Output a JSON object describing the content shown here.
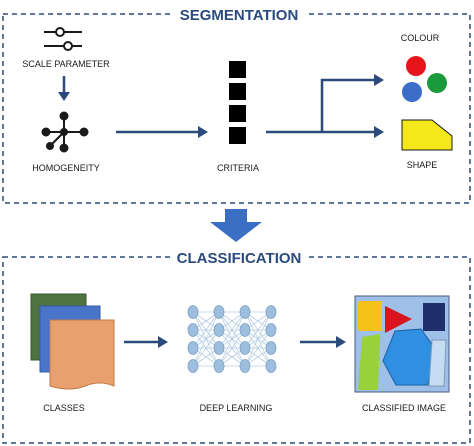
{
  "segmentation": {
    "title": "SEGMENTATION",
    "scale_parameter_label": "SCALE PARAMETER",
    "homogeneity_label": "HOMOGENEITY",
    "criteria_label": "CRITERIA",
    "colour_label": "COLOUR",
    "shape_label": "SHAPE"
  },
  "classification": {
    "title": "CLASSIFICATION",
    "classes_label": "CLASSES",
    "deep_learning_label": "DEEP LEARNING",
    "classified_image_label": "CLASSIFIED IMAGE"
  },
  "colors": {
    "frame": "#2b4a7e",
    "arrow": "#2b4a7e",
    "transition_arrow": "#3a6fc4",
    "colour_red": "#e8141c",
    "colour_green": "#1a9a3a",
    "colour_blue": "#3e6cc9",
    "shape_yellow": "#f4e81a",
    "class_green": "#4e7240",
    "class_blue": "#4a74c9",
    "class_orange": "#e8a06e",
    "nn_node": "#9dbedc"
  },
  "icons": [
    "slider-icon",
    "graph-icon",
    "criteria-stack-icon",
    "circles-icon",
    "polygon-icon",
    "class-layers-icon",
    "neural-network-icon",
    "classified-image-icon"
  ]
}
